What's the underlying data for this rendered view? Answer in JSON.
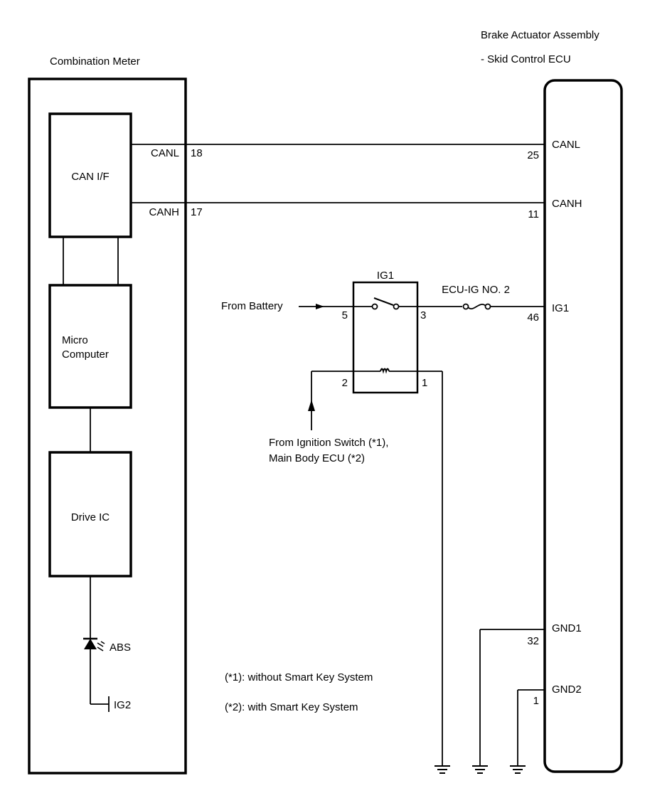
{
  "diagram": {
    "type": "wiring-diagram",
    "components": {
      "combination_meter": {
        "title": "Combination Meter",
        "blocks": {
          "can_if": "CAN I/F",
          "micro_computer_line1": "Micro",
          "micro_computer_line2": "Computer",
          "drive_ic": "Drive IC"
        },
        "pins": {
          "canl": {
            "name": "CANL",
            "number": "18"
          },
          "canh": {
            "name": "CANH",
            "number": "17"
          }
        },
        "indicator": {
          "label": "ABS",
          "icon": "led-icon"
        },
        "supply": {
          "label": "IG2"
        }
      },
      "skid_control_ecu": {
        "title_line1": "Brake Actuator Assembly",
        "title_line2": "- Skid Control ECU",
        "pins": {
          "canl": {
            "name": "CANL",
            "number": "25"
          },
          "canh": {
            "name": "CANH",
            "number": "11"
          },
          "ig1": {
            "name": "IG1",
            "number": "46"
          },
          "gnd1": {
            "name": "GND1",
            "number": "32"
          },
          "gnd2": {
            "name": "GND2",
            "number": "1"
          }
        }
      },
      "ig1_relay": {
        "title": "IG1",
        "pins": {
          "p5": "5",
          "p3": "3",
          "p2": "2",
          "p1": "1"
        }
      },
      "fuse": {
        "label": "ECU-IG NO. 2"
      }
    },
    "sources": {
      "battery": "From Battery",
      "ignition_line1": "From Ignition Switch (*1),",
      "ignition_line2": "Main Body ECU (*2)"
    },
    "notes": {
      "note1": "(*1): without Smart Key System",
      "note2": "(*2): with Smart Key System"
    },
    "colors": {
      "line": "#000000",
      "background": "#ffffff"
    }
  }
}
